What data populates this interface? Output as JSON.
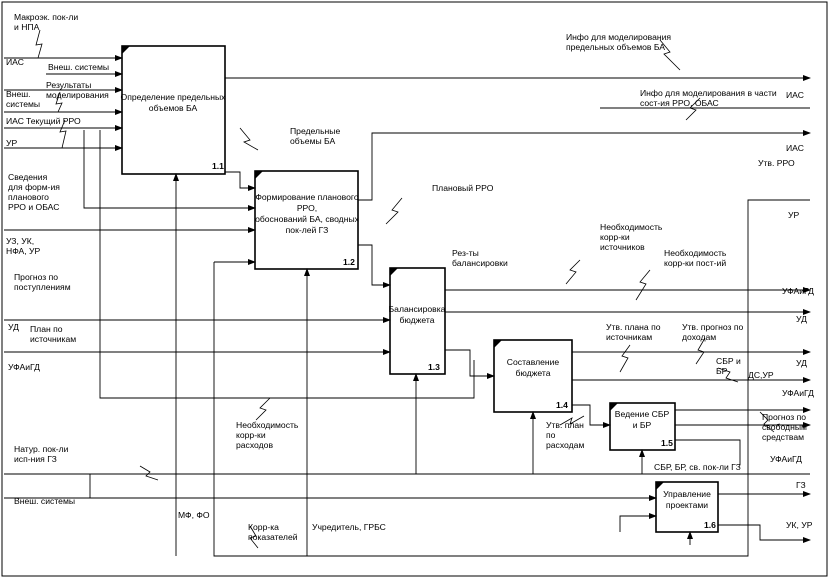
{
  "boxes": [
    {
      "title": "Определение предельных объемов БА",
      "num": "1.1"
    },
    {
      "title": "Формирование планового РРО, обоснований БА, сводных пок-лей ГЗ",
      "num": "1.2"
    },
    {
      "title": "Балансировка бюджета",
      "num": "1.3"
    },
    {
      "title": "Составление бюджета",
      "num": "1.4"
    },
    {
      "title": "Ведение СБР и БР",
      "num": "1.5"
    },
    {
      "title": "Управление проектами",
      "num": "1.6"
    }
  ],
  "inputs": {
    "makroek": "Макроэк. пок-ли и НПА",
    "ias_in": "ИАС",
    "vnesh1": "Внеш. системы",
    "vnesh2": "Внеш. системы",
    "rezult_model": "Результаты моделирования",
    "ias_in2": "ИАС",
    "tekusch_rro": "Текущий РРО",
    "ur_in": "УР",
    "svedeniya": "Сведения для форм-ия планового РРО и ОБАС",
    "uz_uk": "УЗ, УК, НФА, УР",
    "prognoz_post": "Прогноз по поступлениям",
    "ud_in": "УД",
    "plan_ist": "План по источникам",
    "ufaigd_in": "УФАиГД",
    "natur": "Натур. пок-ли исп-ния ГЗ",
    "vnesh3": "Внеш. системы"
  },
  "outputs": {
    "info1": "Инфо для моделирования предельных объемов БА",
    "info2": "Инфо для моделирования в части сост-ия РРО, ОБАС",
    "ias_out1": "ИАС",
    "ias_out2": "ИАС",
    "utv_rro": "Утв. РРО",
    "ur_out": "УР",
    "ufaigd_out1": "УФАиГД",
    "ud_out1": "УД",
    "ud_out2": "УД",
    "ufaigd_out2": "УФАиГД",
    "prognoz_svob": "Прогноз по свободным средствам",
    "ufaigd_out3": "УФАиГД",
    "gz_out": "ГЗ",
    "uk_ur": "УК, УР"
  },
  "internal": {
    "predelnye": "Предельные объемы БА",
    "planovyi_rro": "Плановый РРО",
    "rez_bal": "Рез-ты балансировки",
    "neobh_ist": "Необходимость корр-ки источников",
    "neobh_post": "Необходимость корр-ки пост-ий",
    "utv_plan_ist": "Утв. плана по источникам",
    "utv_prognoz": "Утв. прогноз по доходам",
    "sbr_br": "СБР и БР",
    "ds_ur": "ДС,УР",
    "utv_plan_rash": "Утв. план по расходам",
    "sbr_br_sv": "СБР, БР, св. пок-ли ГЗ",
    "neobh_rash": "Необходимость корр-ки расходов",
    "korr_pok": "Корр-ка показателей"
  },
  "mechanisms": {
    "mf_fo": "МФ, ФО",
    "uchreditel": "Учредитель, ГРБС"
  }
}
